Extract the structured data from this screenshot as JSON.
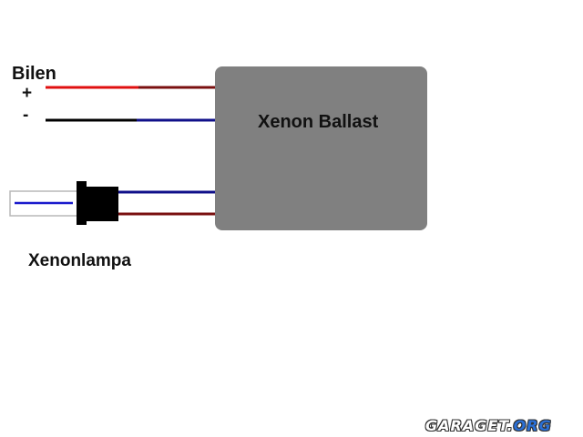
{
  "labels": {
    "car": "Bilen",
    "plus": "+",
    "minus": "-",
    "ballast": "Xenon Ballast",
    "lamp": "Xenonlampa"
  },
  "watermark": {
    "main": "GARAGET.",
    "suffix": "ORG"
  },
  "colors": {
    "ballast_box": "#808080",
    "wire_red": "#e01010",
    "wire_dark_red": "#7a1010",
    "wire_black": "#000000",
    "wire_blue": "#10108a",
    "lamp_wire_blue": "#1a1acc",
    "connector": "#000000",
    "lamp_tube_border": "#b8b8b8"
  }
}
